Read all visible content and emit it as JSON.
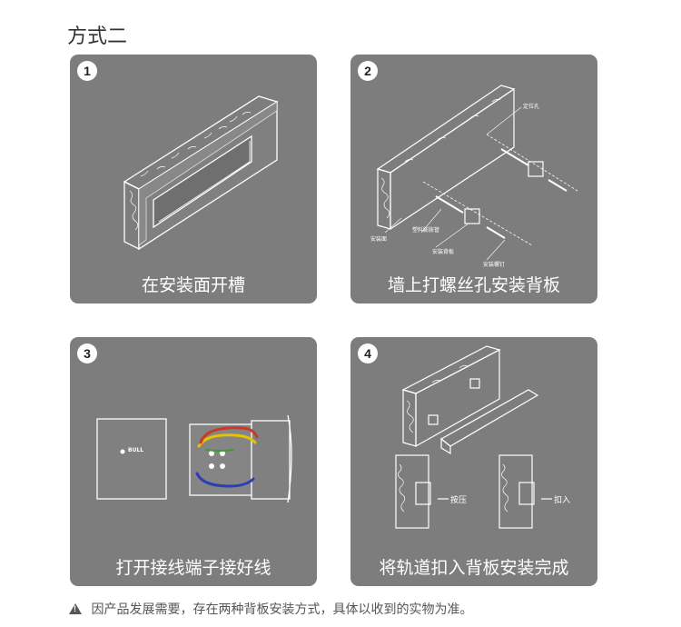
{
  "heading": "方式二",
  "steps": [
    {
      "number": "1",
      "caption": "在安装面开槽"
    },
    {
      "number": "2",
      "caption": "墙上打螺丝孔安装背板",
      "labels": {
        "hole": "定位孔",
        "wall": "安装面",
        "plug": "塑料膨胀管",
        "plate": "安装背板",
        "screw": "安装螺钉"
      }
    },
    {
      "number": "3",
      "caption": "打开接线端子接好线",
      "brand": "BULL"
    },
    {
      "number": "4",
      "caption": "将轨道扣入背板安装完成",
      "labels": {
        "press": "按压",
        "snap": "扣入"
      }
    }
  ],
  "footer": "因产品发展需要，存在两种背板安装方式，具体以收到的实物为准。"
}
